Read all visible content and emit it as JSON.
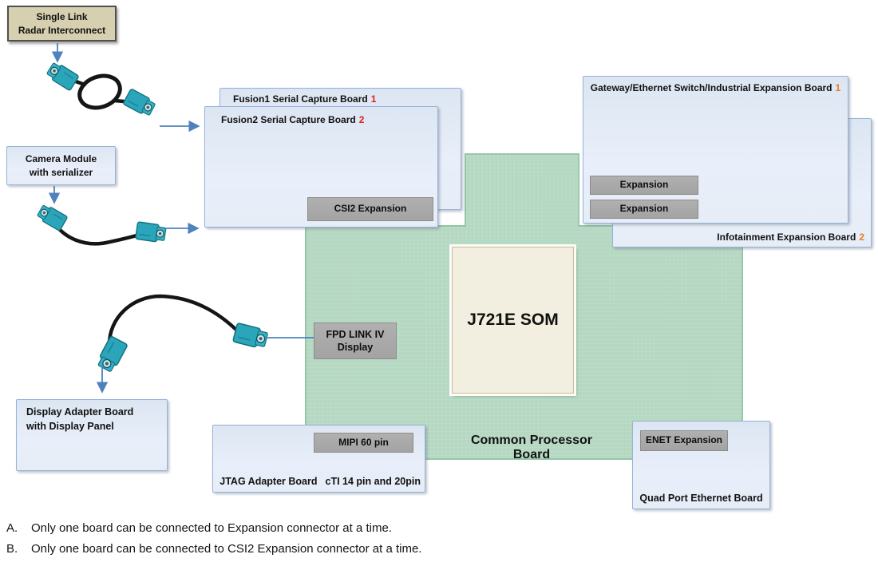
{
  "boards": {
    "radar": {
      "line1": "Single Link",
      "line2": "Radar Interconnect"
    },
    "camera": {
      "line1": "Camera Module",
      "line2": "with serializer"
    },
    "fusion1": {
      "title": "Fusion1 Serial Capture Board",
      "number": "1"
    },
    "fusion2": {
      "title": "Fusion2 Serial Capture Board",
      "number": "2",
      "csi2_button": "CSI2 Expansion"
    },
    "gateway": {
      "title": "Gateway/Ethernet Switch/Industrial Expansion Board",
      "number": "1",
      "expansion_top": "Expansion",
      "expansion_bottom": "Expansion"
    },
    "infotainment": {
      "title": "Infotainment Expansion Board",
      "number": "2"
    },
    "common_processor": {
      "label": "Common Processor Board",
      "som": "J721E SOM"
    },
    "fpd": {
      "line1": "FPD LINK IV",
      "line2": "Display"
    },
    "jtag": {
      "name": "JTAG Adapter Board",
      "detail": "cTI 14 pin and 20pin",
      "mipi_button": "MIPI 60 pin"
    },
    "quad_port": {
      "label": "Quad Port Ethernet Board",
      "enet_button": "ENET Expansion"
    },
    "display_adapter": {
      "line1": "Display Adapter Board",
      "line2": "with Display Panel"
    }
  },
  "notes": [
    {
      "index": "A.",
      "text": "Only one board can be connected to Expansion connector at a time."
    },
    {
      "index": "B.",
      "text": "Only one board can be connected to CSI2 Expansion connector at a time."
    }
  ],
  "colors": {
    "board_fill": "#e6edf7",
    "board_border": "#95b3d7",
    "green_board": "#b5d8c2",
    "button_gray": "#a8a8a8",
    "radar_tan": "#d6cfb0",
    "som_cream": "#f2efe0",
    "number_red": "#e01f1f",
    "number_orange": "#e87d1e",
    "arrow_blue": "#4f81bd",
    "fakra_teal": "#2aa5ba",
    "cable_black": "#151515"
  }
}
